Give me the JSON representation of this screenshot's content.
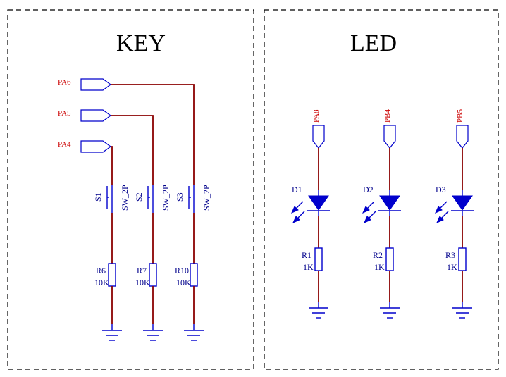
{
  "colors": {
    "wire": "#8b0000",
    "component": "#0000cc",
    "net_label": "#cc0000",
    "text": "#00008b"
  },
  "panels": {
    "key": {
      "title": "KEY",
      "nets": [
        "PA6",
        "PA5",
        "PA4"
      ],
      "switches": [
        {
          "ref": "S1",
          "value": "SW_2P",
          "net": "PA4",
          "resistor": "R6",
          "resistor_value": "10K"
        },
        {
          "ref": "S2",
          "value": "SW_2P",
          "net": "PA5",
          "resistor": "R7",
          "resistor_value": "10K"
        },
        {
          "ref": "S3",
          "value": "SW_2P",
          "net": "PA6",
          "resistor": "R10",
          "resistor_value": "10K"
        }
      ]
    },
    "led": {
      "title": "LED",
      "leds": [
        {
          "net": "PA8",
          "ref": "D1",
          "resistor": "R1",
          "resistor_value": "1K"
        },
        {
          "net": "PB4",
          "ref": "D2",
          "resistor": "R2",
          "resistor_value": "1K"
        },
        {
          "net": "PB5",
          "ref": "D3",
          "resistor": "R3",
          "resistor_value": "1K"
        }
      ]
    }
  }
}
